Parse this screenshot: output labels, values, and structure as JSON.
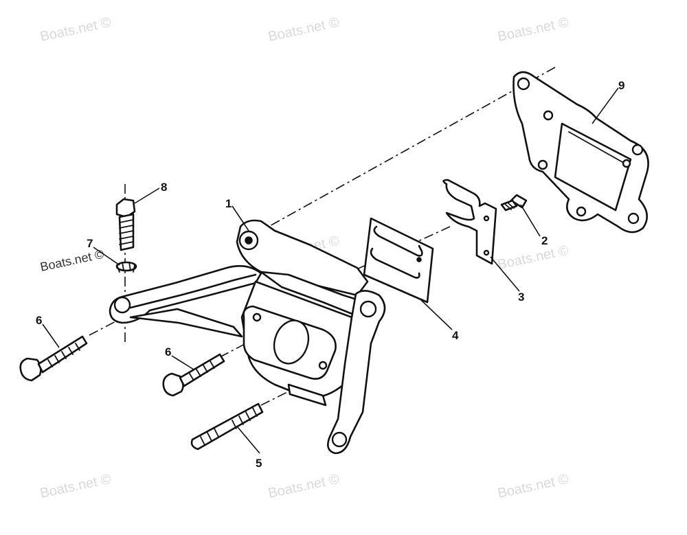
{
  "watermark": {
    "text": "Boats.net ©"
  },
  "callouts": [
    {
      "id": "1",
      "label": "1"
    },
    {
      "id": "2",
      "label": "2"
    },
    {
      "id": "3",
      "label": "3"
    },
    {
      "id": "4",
      "label": "4"
    },
    {
      "id": "5",
      "label": "5"
    },
    {
      "id": "6a",
      "label": "6"
    },
    {
      "id": "6b",
      "label": "6"
    },
    {
      "id": "7",
      "label": "7"
    },
    {
      "id": "8",
      "label": "8"
    },
    {
      "id": "9",
      "label": "9"
    }
  ],
  "colors": {
    "line": "#111111",
    "background": "#ffffff",
    "watermark": "#d9d9d9"
  }
}
